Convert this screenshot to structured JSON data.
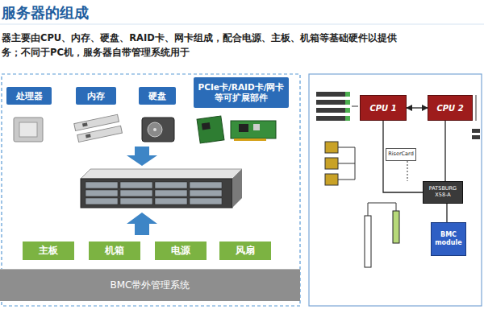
{
  "diagram": {
    "title": "服务器的组成",
    "nodes": [
      {
        "text": [
          "处理器"
        ]
      },
      {
        "text": [
          "内存"
        ]
      },
      {
        "text": [
          "硬盘"
        ]
      },
      {
        "text": [
          "PCIe卡/RAID卡/网卡等可扩展部件"
        ]
      },
      {
        "text": [
          "主板"
        ]
      },
      {
        "text": [
          "机箱"
        ]
      },
      {
        "text": [
          "电源"
        ]
      },
      {
        "text": [
          "风扇"
        ]
      },
      {
        "text": [
          "BMC带外管理系统"
        ]
      },
      {
        "text": [
          "CPU 1"
        ]
      },
      {
        "text": [
          "CPU 2"
        ]
      },
      {
        "text": [
          "RiserCard"
        ]
      },
      {
        "text": [
          "PATSBURG X58-A"
        ]
      },
      {
        "text": [
          "BMC module"
        ]
      }
    ],
    "edges": [
      {
        "from": 9,
        "to": 10,
        "arrow": "both"
      },
      {
        "from": 9,
        "to": 12,
        "arrow": "none"
      },
      {
        "from": 10,
        "to": 12,
        "arrow": "none"
      },
      {
        "from": 12,
        "to": 13,
        "arrow": "none"
      }
    ],
    "labels": [
      "器主要由CPU、内存、硬盘、RAID卡、网卡组成，配合电源、主板、机箱等基础硬件以提供",
      "务；不同于PC机，服务器自带管理系统用于"
    ]
  }
}
